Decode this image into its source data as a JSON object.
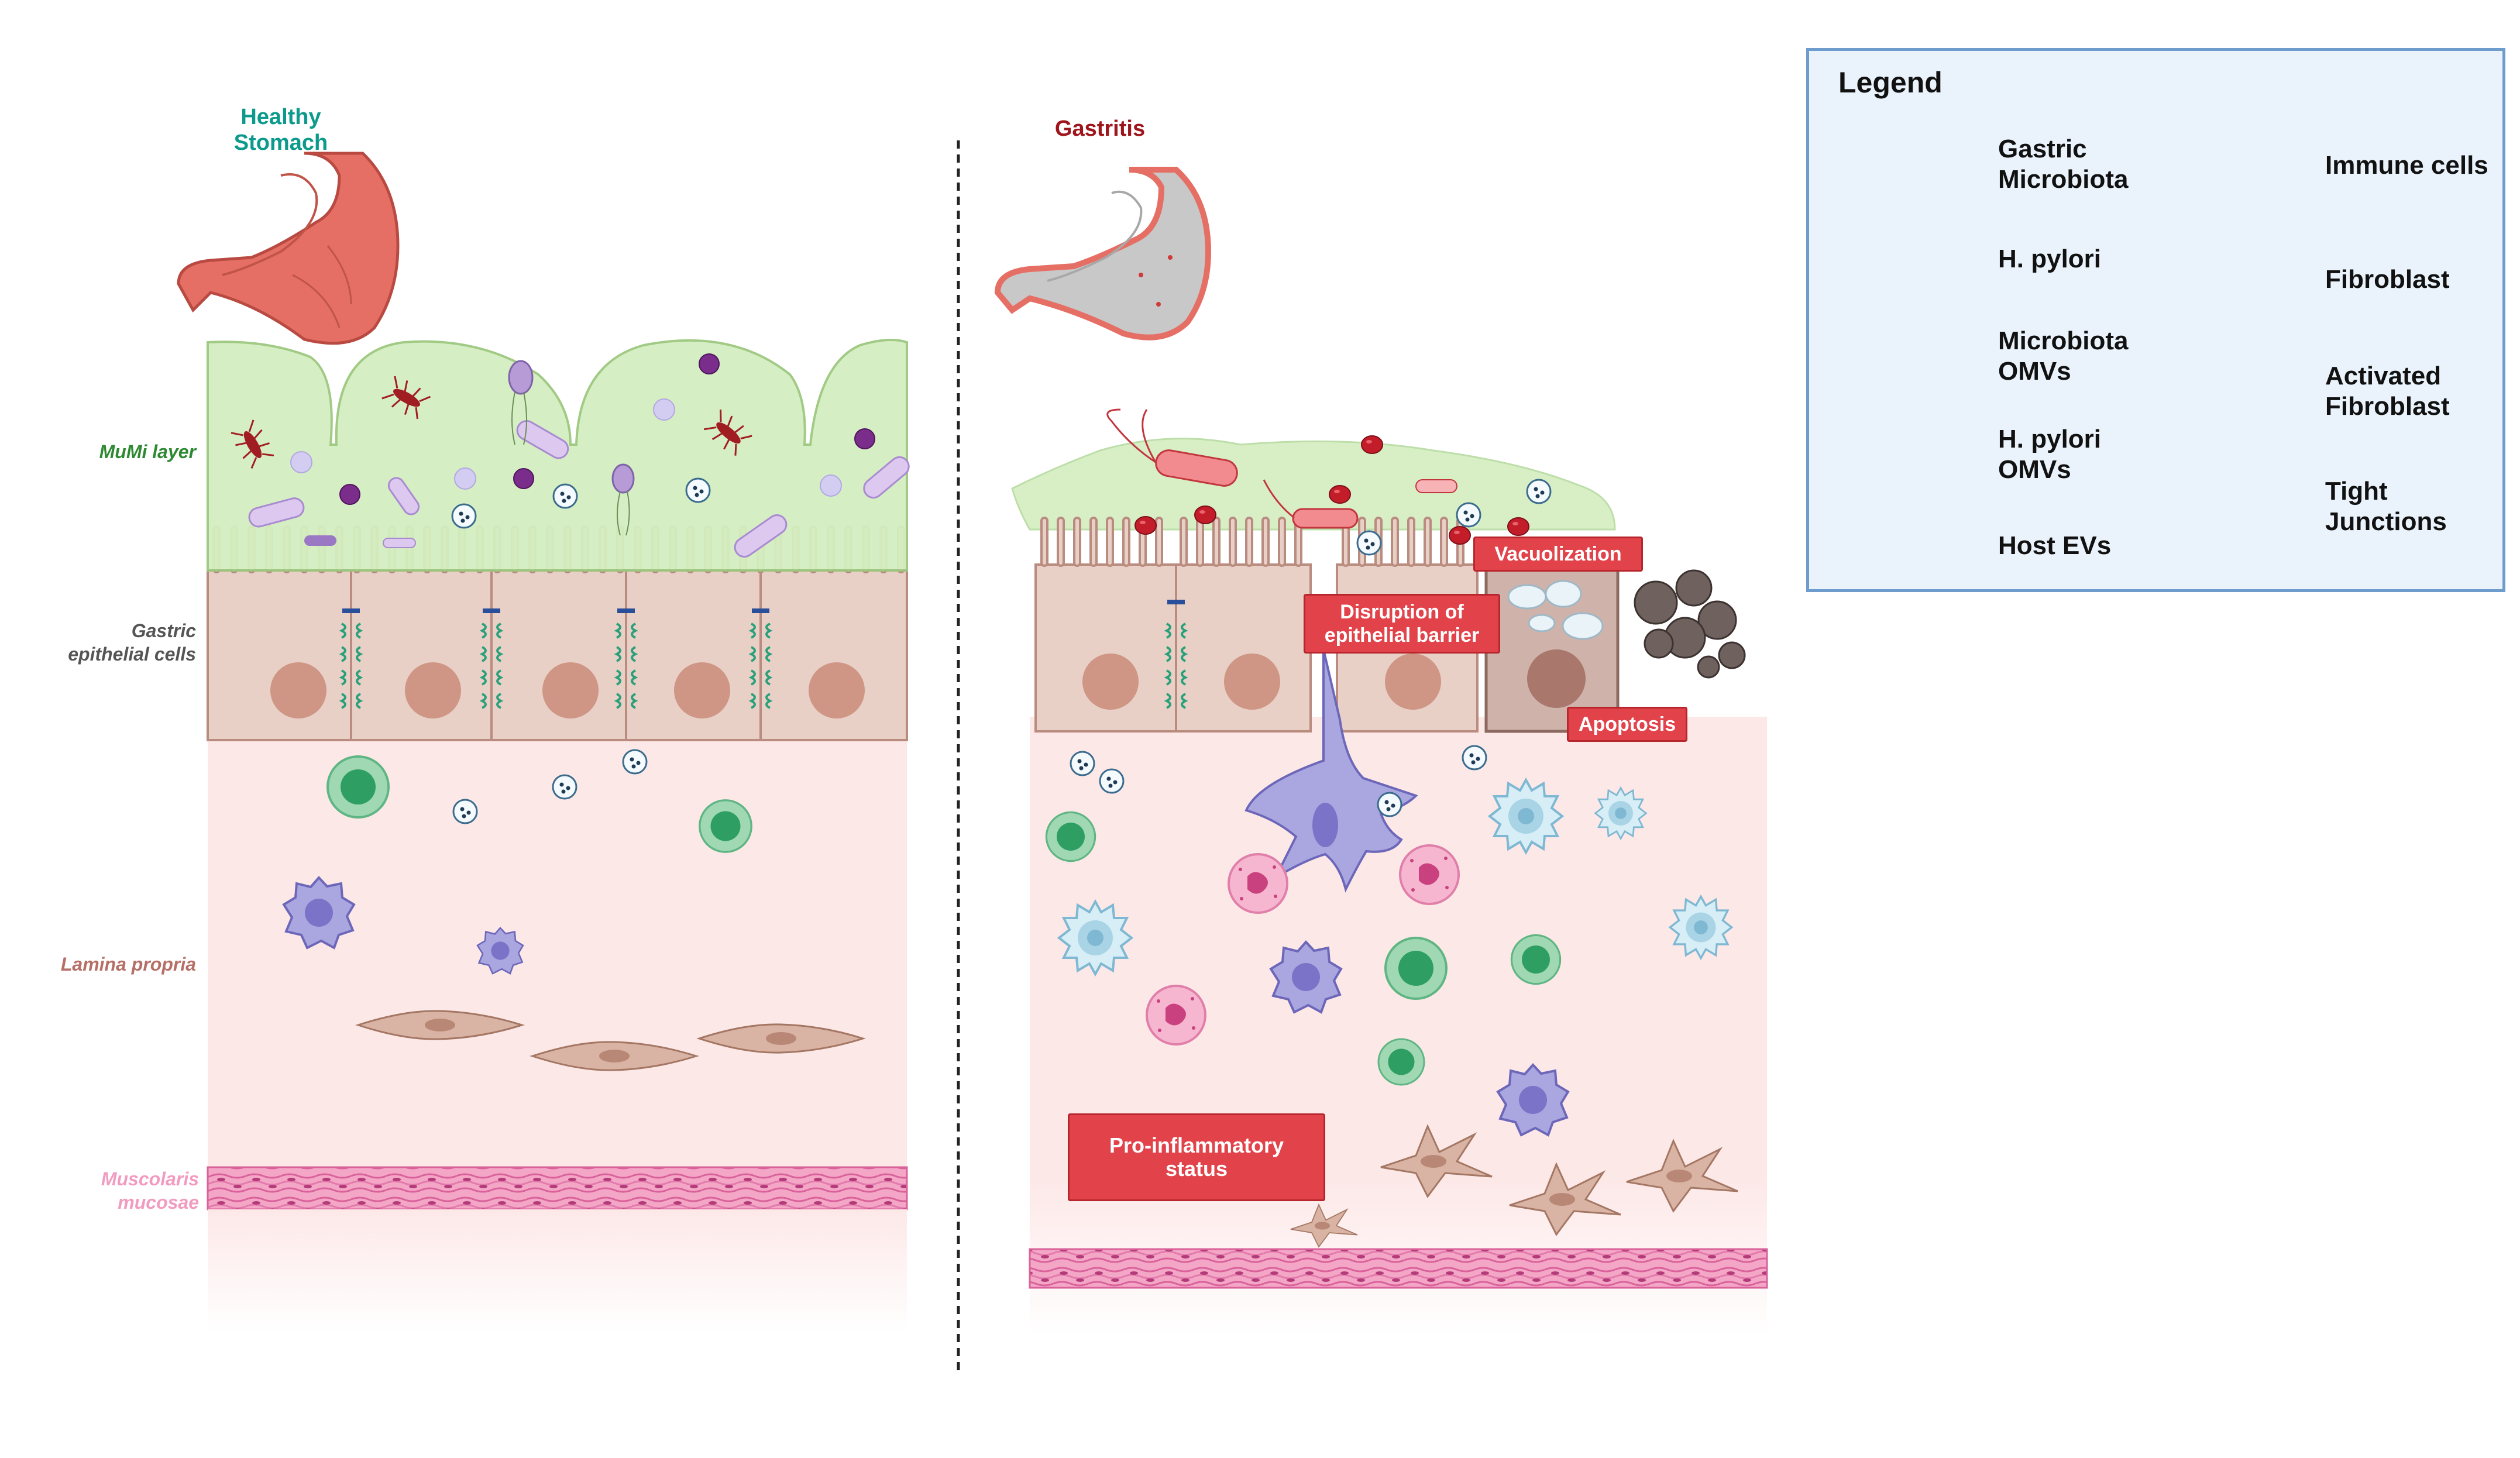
{
  "healthy": {
    "title": "Healthy\nStomach",
    "labels": {
      "mumi": "MuMi layer",
      "epithelial": "Gastric\nepithelial cells",
      "lamina": "Lamina propria",
      "muscularis": "Muscolaris\nmucosae"
    }
  },
  "gastritis": {
    "title": "Gastritis",
    "annotations": {
      "vacuolization": "Vacuolization",
      "disruption": "Disruption of\nepithelial barrier",
      "apoptosis": "Apoptosis",
      "proinflammatory": "Pro-inflammatory\nstatus"
    }
  },
  "legend": {
    "title": "Legend",
    "items": {
      "gastric_microbiota": "Gastric\nMicrobiota",
      "h_pylori": "H. pylori",
      "microbiota_omvs": "Microbiota\nOMVs",
      "h_pylori_omvs": "H. pylori\nOMVs",
      "host_evs": "Host EVs",
      "immune_cells": "Immune cells",
      "fibroblast": "Fibroblast",
      "activated_fibroblast": "Activated\nFibroblast",
      "tight_junctions": "Tight\nJunctions"
    }
  },
  "colors": {
    "mucus": "#d4eec0",
    "epithelium": "#e8d0c6",
    "lamina": "#fde8e8",
    "muscle": "#f29bc0",
    "annotation_red": "#e2434a",
    "title_teal": "#0b9a8c",
    "title_red": "#a0151c"
  }
}
